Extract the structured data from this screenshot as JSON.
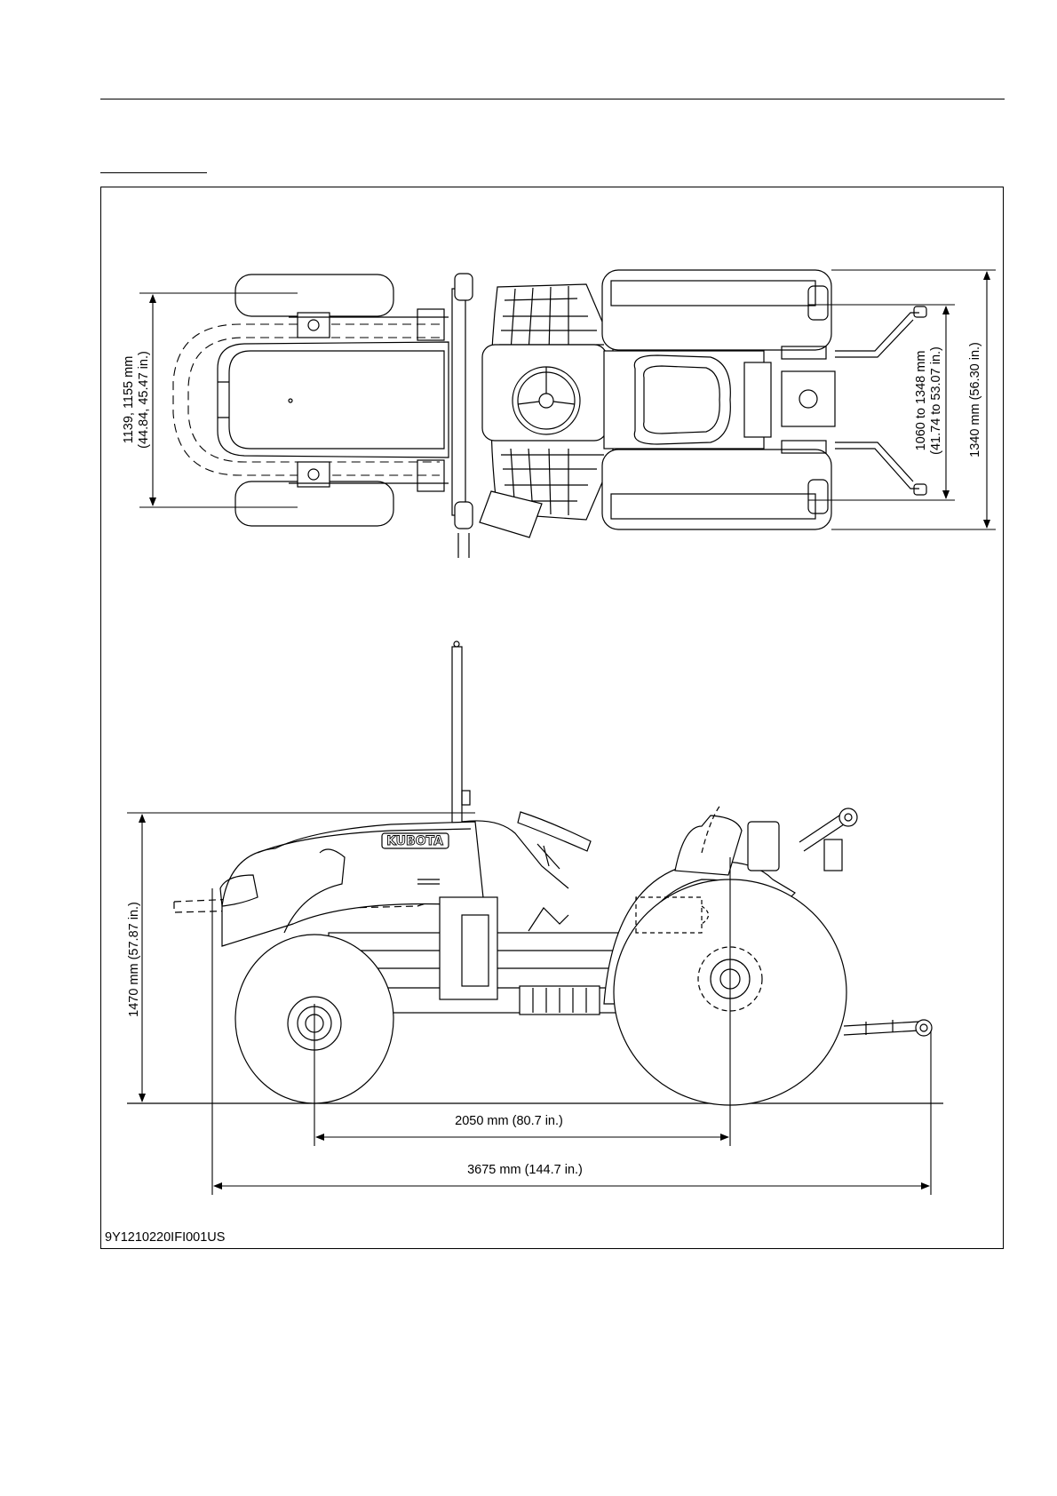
{
  "top_view": {
    "front_track": [
      "1139, 1155 mm",
      "(44.84, 45.47 in.)"
    ],
    "rear_track_range": [
      "1060 to 1348 mm",
      "(41.74 to 53.07 in.)"
    ],
    "overall_width": "1340 mm (56.30 in.)"
  },
  "side_view": {
    "brand_logo": "KUBOTA",
    "overall_height": "1470 mm (57.87 in.)",
    "wheelbase": "2050 mm (80.7 in.)",
    "overall_length": "3675 mm (144.7 in.)"
  },
  "figure_code": "9Y1210220IFI001US"
}
